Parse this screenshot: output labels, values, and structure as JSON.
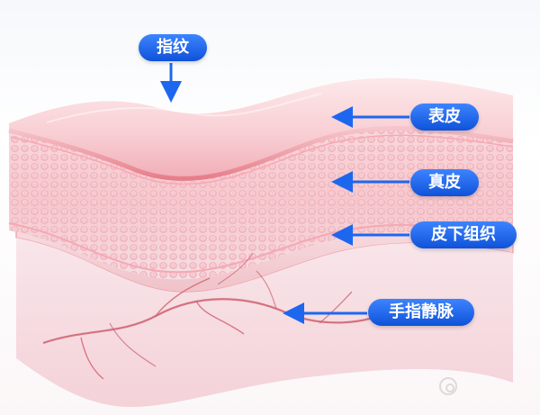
{
  "diagram": {
    "labels": {
      "fingerprint": "指纹",
      "epidermis": "表皮",
      "dermis": "真皮",
      "subcutaneous": "皮下组织",
      "veins": "手指静脉"
    },
    "icons": {
      "arrows": "arrow-icon",
      "watermark": "wechat-watermark-icon"
    },
    "colors": {
      "label_bg": "#0f52d9",
      "label_text": "#ffffff",
      "skin_top": "#f2b6bb",
      "skin_mid": "#f3c6cc",
      "skin_bottom": "#f7dde2",
      "vein": "#cc5b66"
    }
  }
}
